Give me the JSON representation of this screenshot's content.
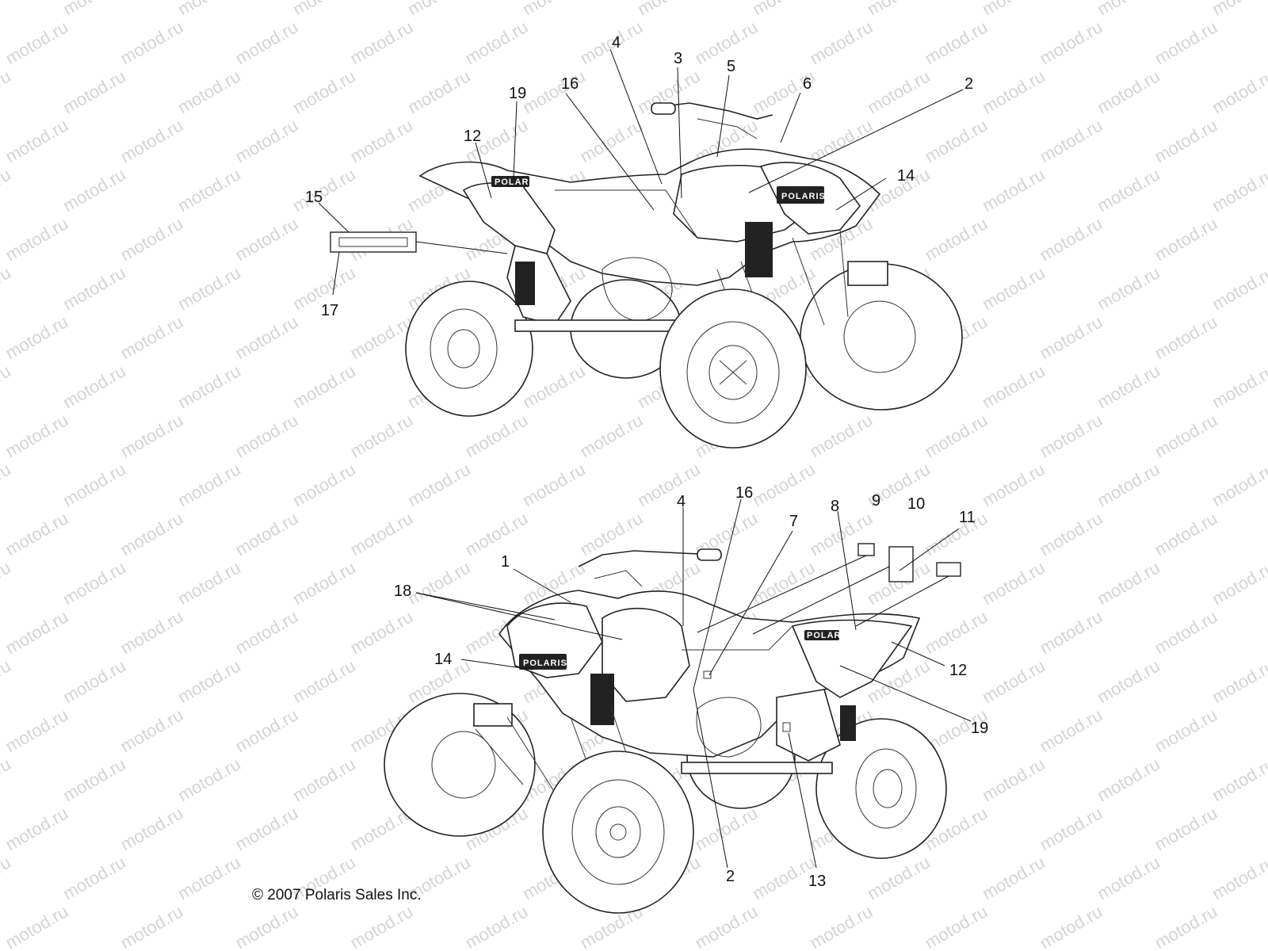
{
  "watermark": "motod.ru",
  "copyright": "© 2007 Polaris Sales Inc.",
  "brand_text": "POLARIS",
  "top_view": {
    "callouts": [
      "4",
      "3",
      "5",
      "6",
      "2",
      "19",
      "16",
      "12",
      "15",
      "14",
      "17"
    ]
  },
  "bottom_view": {
    "callouts": [
      "16",
      "4",
      "7",
      "8",
      "9",
      "10",
      "11",
      "1",
      "18",
      "14",
      "12",
      "19",
      "2",
      "13"
    ]
  }
}
